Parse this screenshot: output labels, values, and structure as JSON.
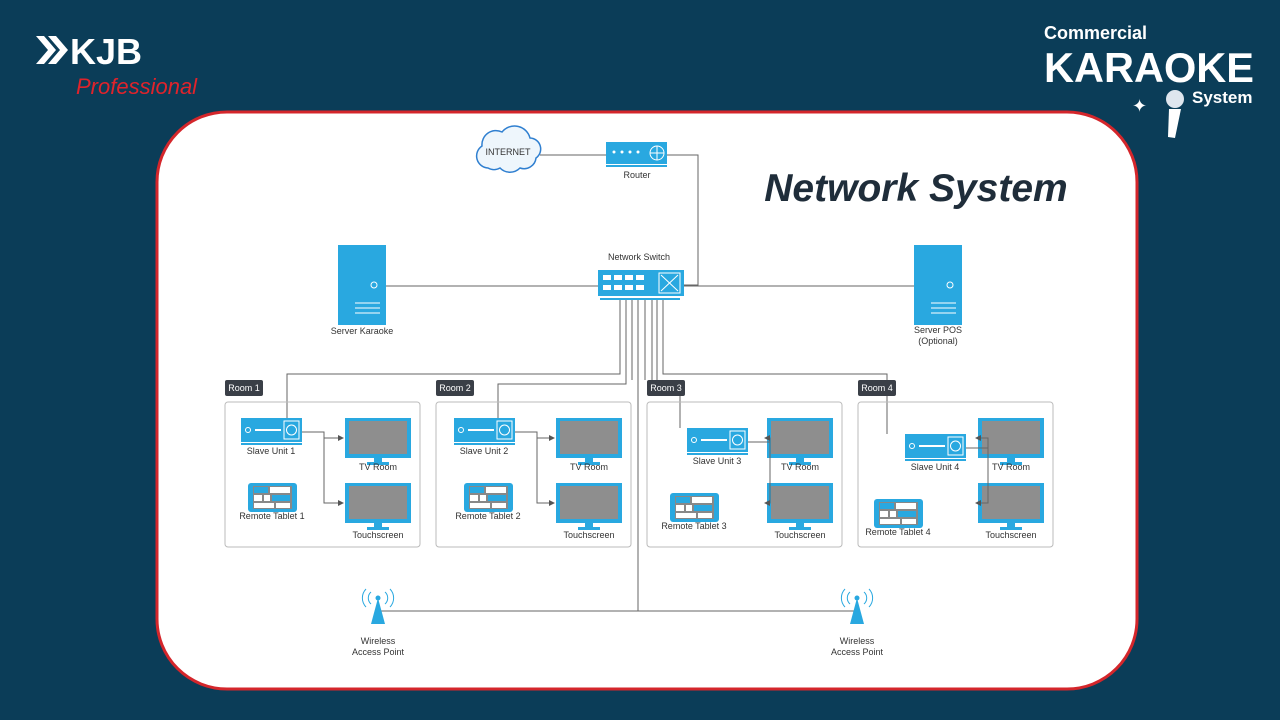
{
  "branding": {
    "left_logo": "KJB",
    "left_logo_sub": "Professional",
    "right_logo_top": "Commercial",
    "right_logo_main": "KARAOKE",
    "right_logo_sub": "System"
  },
  "title": "Network System",
  "colors": {
    "background": "#0b3d58",
    "panel_border": "#d4262b",
    "device": "#29a8e0",
    "screen": "#8e8e8e"
  },
  "nodes": {
    "internet": "INTERNET",
    "router": "Router",
    "switch": "Network Switch",
    "server_karaoke": "Server Karaoke",
    "server_pos": "Server POS",
    "server_pos_note": "(Optional)",
    "wap_line1": "Wireless",
    "wap_line2": "Access Point"
  },
  "rooms": [
    {
      "name": "Room 1",
      "slave": "Slave Unit 1",
      "tv": "TV Room",
      "touch": "Touchscreen",
      "tablet": "Remote Tablet 1"
    },
    {
      "name": "Room 2",
      "slave": "Slave Unit 2",
      "tv": "TV Room",
      "touch": "Touchscreen",
      "tablet": "Remote Tablet 2"
    },
    {
      "name": "Room 3",
      "slave": "Slave Unit 3",
      "tv": "TV Room",
      "touch": "Touchscreen",
      "tablet": "Remote Tablet 3"
    },
    {
      "name": "Room 4",
      "slave": "Slave Unit 4",
      "tv": "TV Room",
      "touch": "Touchscreen",
      "tablet": "Remote Tablet 4"
    }
  ]
}
